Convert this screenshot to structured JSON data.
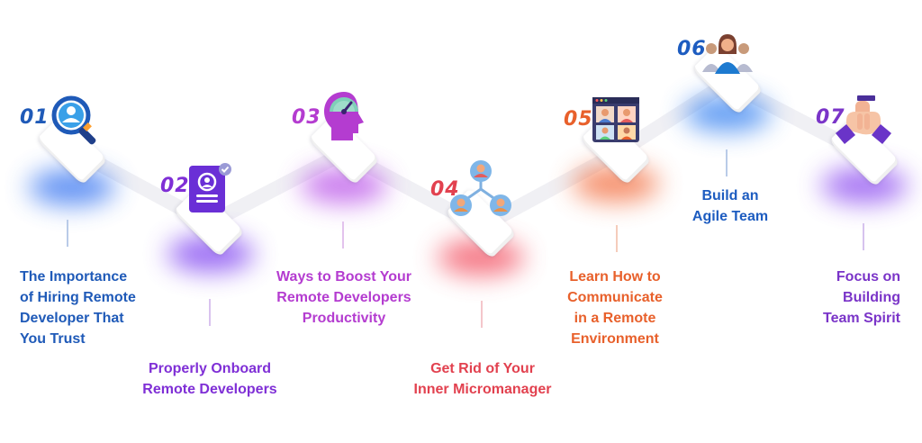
{
  "steps": [
    {
      "number": "01",
      "icon": "search-user-icon",
      "color": "#1f5ab8",
      "lines": [
        "The Importance",
        "of Hiring Remote",
        "Developer That",
        "You Trust"
      ]
    },
    {
      "number": "02",
      "icon": "profile-document-icon",
      "color": "#7f2fd6",
      "lines": [
        "Properly Onboard",
        "Remote Developers"
      ]
    },
    {
      "number": "03",
      "icon": "head-gauge-icon",
      "color": "#b43cd0",
      "lines": [
        "Ways to Boost Your",
        "Remote Developers",
        "Productivity"
      ]
    },
    {
      "number": "04",
      "icon": "micromanager-network-icon",
      "color": "#e2414f",
      "lines": [
        "Get Rid of Your",
        "Inner Micromanager"
      ]
    },
    {
      "number": "05",
      "icon": "video-call-icon",
      "color": "#e8602b",
      "lines": [
        "Learn How to",
        "Communicate",
        "in a Remote",
        "Environment"
      ]
    },
    {
      "number": "06",
      "icon": "team-group-icon",
      "color": "#1d5cc0",
      "lines": [
        "Build an",
        "Agile Team"
      ]
    },
    {
      "number": "07",
      "icon": "stacked-hands-icon",
      "color": "#7a34c8",
      "lines": [
        "Focus on",
        "Building",
        "Team Spirit"
      ]
    }
  ],
  "colors": {
    "connector": "#f0f0f4",
    "glow": [
      "#2f6ff0",
      "#7a3cf0",
      "#b84ee8",
      "#f24a5c",
      "#f26a3a",
      "#2f7df0",
      "#8a48f0"
    ],
    "vline": [
      "#b9cbe8",
      "#d9c3ef",
      "#e3c3ed",
      "#f4c6cb",
      "#f5ccbb",
      "#b9cbe8",
      "#d6c3ee"
    ]
  }
}
